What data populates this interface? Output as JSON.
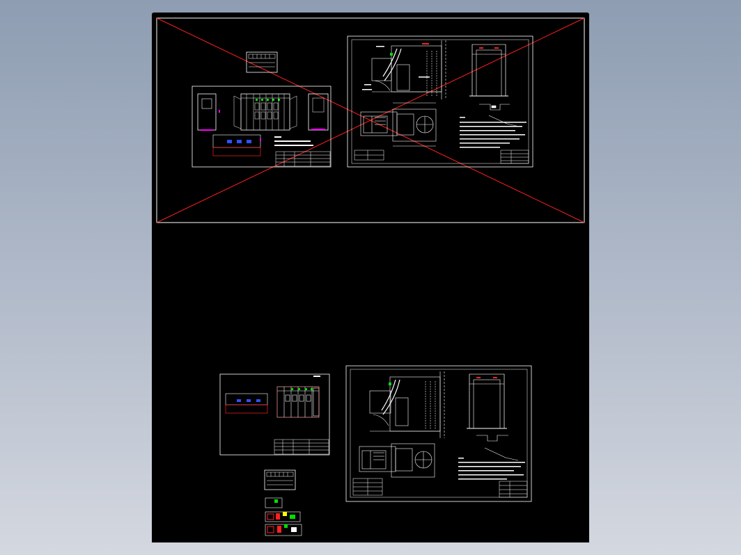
{
  "viewer": {
    "background_colors": [
      "#8e9db2",
      "#d4d8e0"
    ],
    "canvas_color": "#000000"
  },
  "colors": {
    "line": "#ffffff",
    "cross_out": "#ff2020",
    "green": "#00e000",
    "magenta": "#ff00ff",
    "blue": "#3050ff",
    "red": "#ff2020",
    "yellow": "#ffff00"
  },
  "sheets": [
    {
      "id": "top-frame",
      "crossed_out": true,
      "contents": [
        "switchgear-sheet",
        "foundation-sheet"
      ]
    },
    {
      "id": "bottom-left-sheet",
      "crossed_out": false
    },
    {
      "id": "bottom-right-sheet",
      "crossed_out": false
    }
  ]
}
